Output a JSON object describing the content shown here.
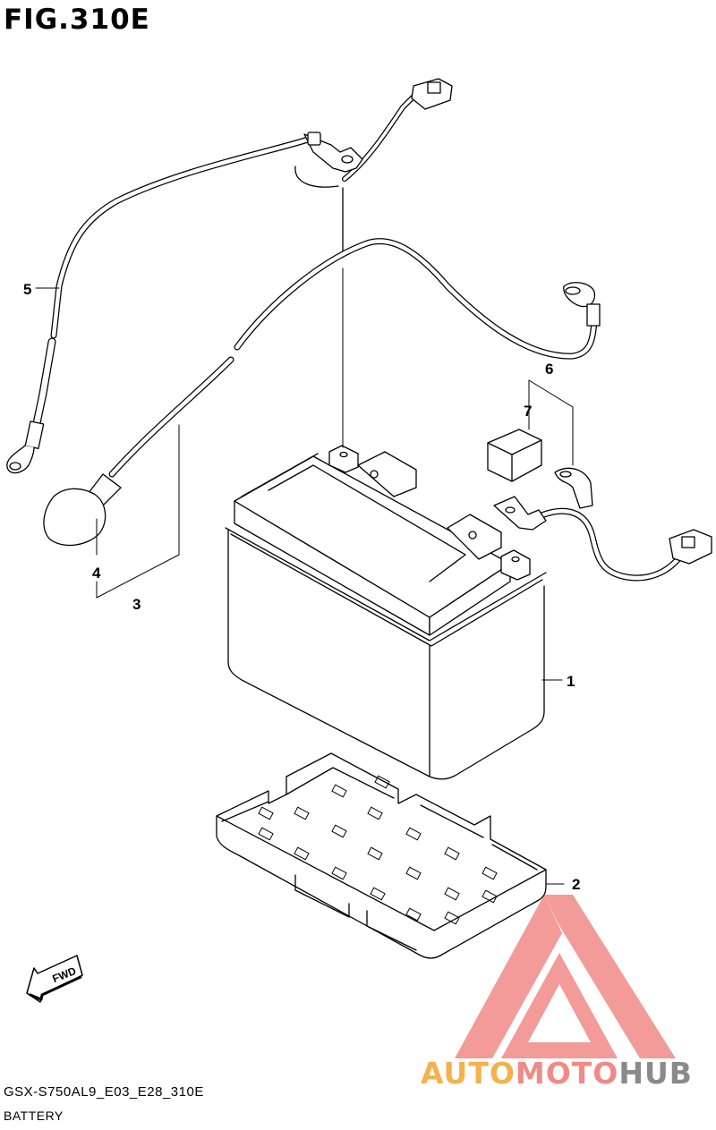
{
  "figure": {
    "title": "FIG.310E"
  },
  "footer": {
    "code": "GSX-S750AL9_E03_E28_310E",
    "name": "BATTERY"
  },
  "callouts": [
    "1",
    "2",
    "3",
    "4",
    "5",
    "6",
    "7"
  ],
  "fwd_label": "FWD",
  "watermark": {
    "part1": "AUTO",
    "part2": "MOTO",
    "part3": "HUB",
    "color1": "#f2b24c",
    "color2": "#f08a86",
    "color3": "#8a8a8a"
  },
  "line_color": "#000000"
}
